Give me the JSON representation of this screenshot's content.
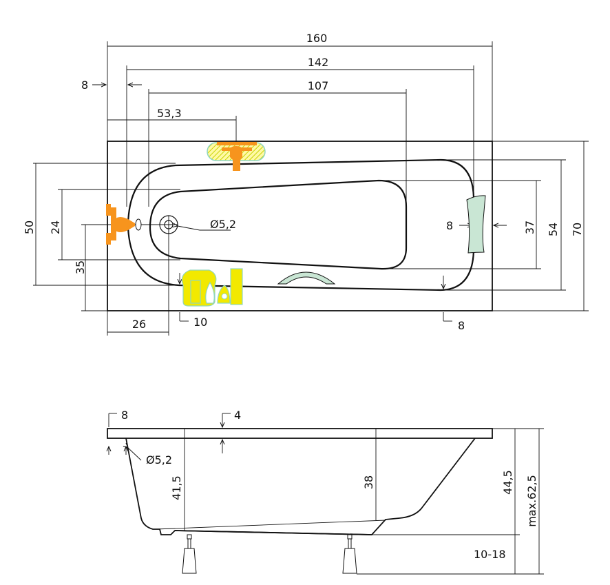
{
  "top_view": {
    "width_overall": "160",
    "width_inner": "142",
    "width_bottom": "107",
    "rim_left": "8",
    "tap_offset": "53,3",
    "drain_diameter": "Ø5,2",
    "rim_right": "8",
    "height_overall": "70",
    "height_inner": "54",
    "height_bottom": "37",
    "height_left_outer": "50",
    "height_left_inner": "24",
    "drain_from_bottom": "35",
    "drain_from_left": "26",
    "rim_bottom_left": "10",
    "rim_bottom_right": "8"
  },
  "side_view": {
    "rim_left": "8",
    "rim_thickness": "4",
    "overflow_diameter": "Ø5,2",
    "depth_overflow": "41,5",
    "depth_inner": "38",
    "depth_total": "44,5",
    "height_max": "max.62,5",
    "leg_range": "10-18"
  },
  "colors": {
    "outline": "#111111",
    "tap": "#f7941d",
    "accessory": "#f2e900",
    "accessory_outline": "#8fd6c0",
    "soap_dish": "#c9e6d4",
    "headrest": "#c9e6d4",
    "hatch": "#c8d400"
  }
}
